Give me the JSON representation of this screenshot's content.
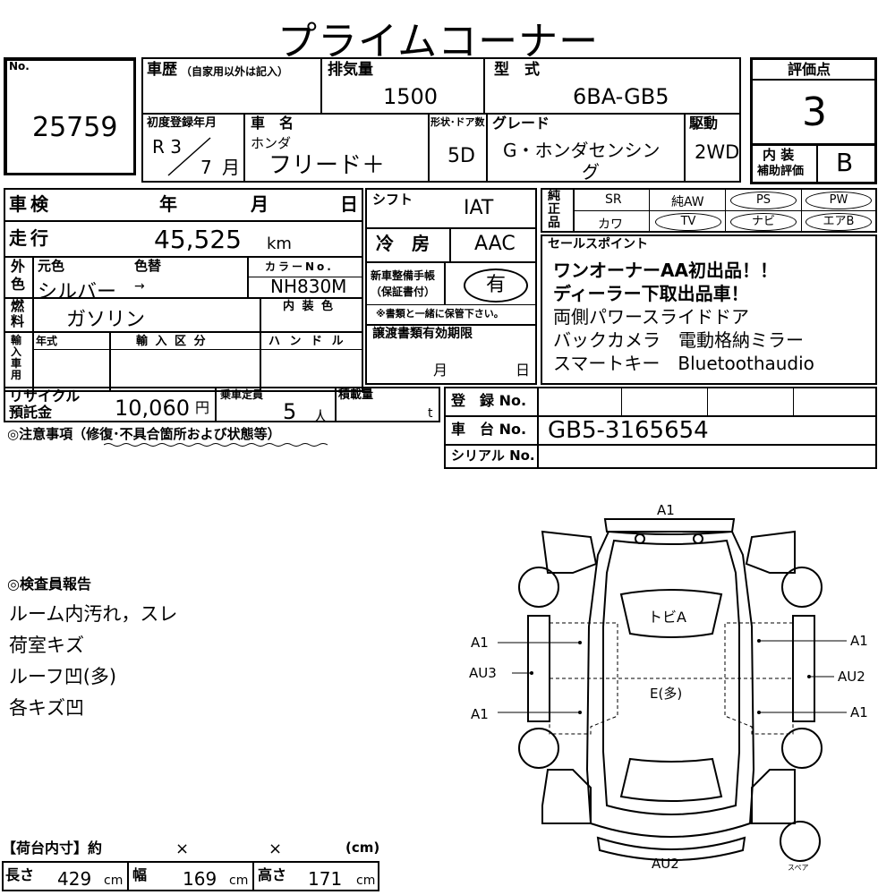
{
  "title": "プライムコーナー",
  "lot": {
    "no_label": "No.",
    "number": "25759"
  },
  "history": {
    "label": "車歴",
    "note": "（自家用以外は記入）"
  },
  "displacement": {
    "label": "排気量",
    "value": "1500"
  },
  "model": {
    "label": "型　式",
    "value": "6BA-GB5"
  },
  "score": {
    "label": "評価点",
    "value": "3"
  },
  "interior_score": {
    "label_1": "内 装",
    "label_2": "補助評価",
    "value": "B"
  },
  "first_reg": {
    "label": "初度登録年月",
    "era": "R 3",
    "month": "7",
    "month_unit": "月"
  },
  "car_name": {
    "label": "車　名",
    "maker": "ホンダ",
    "value": "フリード＋"
  },
  "body": {
    "label": "形状･ドア数",
    "value": "5D"
  },
  "grade": {
    "label": "グレード",
    "line1": "G・ホンダセンシン",
    "line2": "グ"
  },
  "drive": {
    "label": "駆動",
    "value": "2WD"
  },
  "inspection": {
    "label": "車検",
    "year": "年",
    "month": "月",
    "day": "日"
  },
  "shift": {
    "label": "シフト",
    "value": "IAT"
  },
  "mileage": {
    "label": "走行",
    "value": "45,525",
    "unit": "km"
  },
  "aircon": {
    "label": "冷　房",
    "value": "AAC"
  },
  "color": {
    "side_1": "外",
    "side_2": "色",
    "orig_label": "元色",
    "change_label": "色替",
    "value": "シルバー",
    "arrow": "→",
    "code_label": "カラーNo.",
    "code": "NH830M"
  },
  "fuel": {
    "side_1": "燃",
    "side_2": "料",
    "value": "ガソリン",
    "interior_color_label": "内 装 色"
  },
  "manual": {
    "label_1": "新車整備手帳",
    "label_2": "（保証書付）",
    "value": "有",
    "note": "※書類と一緒に保管下さい。"
  },
  "import": {
    "side": "輸入車用",
    "year_label": "年式",
    "class_label": "輸 入 区 分",
    "handle_label": "ハ ン ド ル"
  },
  "transfer": {
    "label": "譲渡書類有効期限",
    "month": "月",
    "day": "日"
  },
  "equipment": {
    "side_1": "純",
    "side_2": "正",
    "side_3": "品",
    "items": [
      "SR",
      "純AW",
      "PS",
      "PW",
      "カワ",
      "TV",
      "ナビ",
      "エアB"
    ]
  },
  "sales_points": {
    "label": "セールスポイント",
    "lines": [
      "ワンオーナーAA初出品！！",
      "ディーラー下取出品車！",
      "両側パワースライドドア",
      "バックカメラ　電動格納ミラー",
      "スマートキー　Bluetoothaudio"
    ]
  },
  "recycle": {
    "label_1": "リサイクル",
    "label_2": "預託金",
    "value": "10,060",
    "unit": "円"
  },
  "capacity": {
    "label": "乗車定員",
    "value": "5",
    "unit": "人"
  },
  "load": {
    "label": "積載量",
    "unit": "t"
  },
  "registration": {
    "label": "登　録 No.",
    "chassis_label": "車　台 No.",
    "chassis_value": "GB5-3165654",
    "serial_label": "シリアル No."
  },
  "caution": {
    "label": "◎注意事項（修復･不具合箇所および状態等）"
  },
  "report": {
    "label": "◎検査員報告",
    "lines": [
      "ルーム内汚れ，スレ",
      "荷室キズ",
      "ルーフ凹(多)",
      "各キズ凹"
    ]
  },
  "diagram": {
    "front": "A1",
    "rear": "AU2",
    "hood": "トビA",
    "roof": "E(多)",
    "left_front": "A1",
    "left_mid": "AU3",
    "left_rear": "A1",
    "right_front": "A1",
    "right_mid": "AU2",
    "right_rear": "A1",
    "spare": "スペア"
  },
  "cargo": {
    "header": "【荷台内寸】約",
    "x1": "×",
    "x2": "×",
    "unit": "(cm)",
    "length_label": "長さ",
    "length": "429",
    "width_label": "幅",
    "width": "169",
    "height_label": "高さ",
    "height": "171",
    "cm": "cm"
  }
}
